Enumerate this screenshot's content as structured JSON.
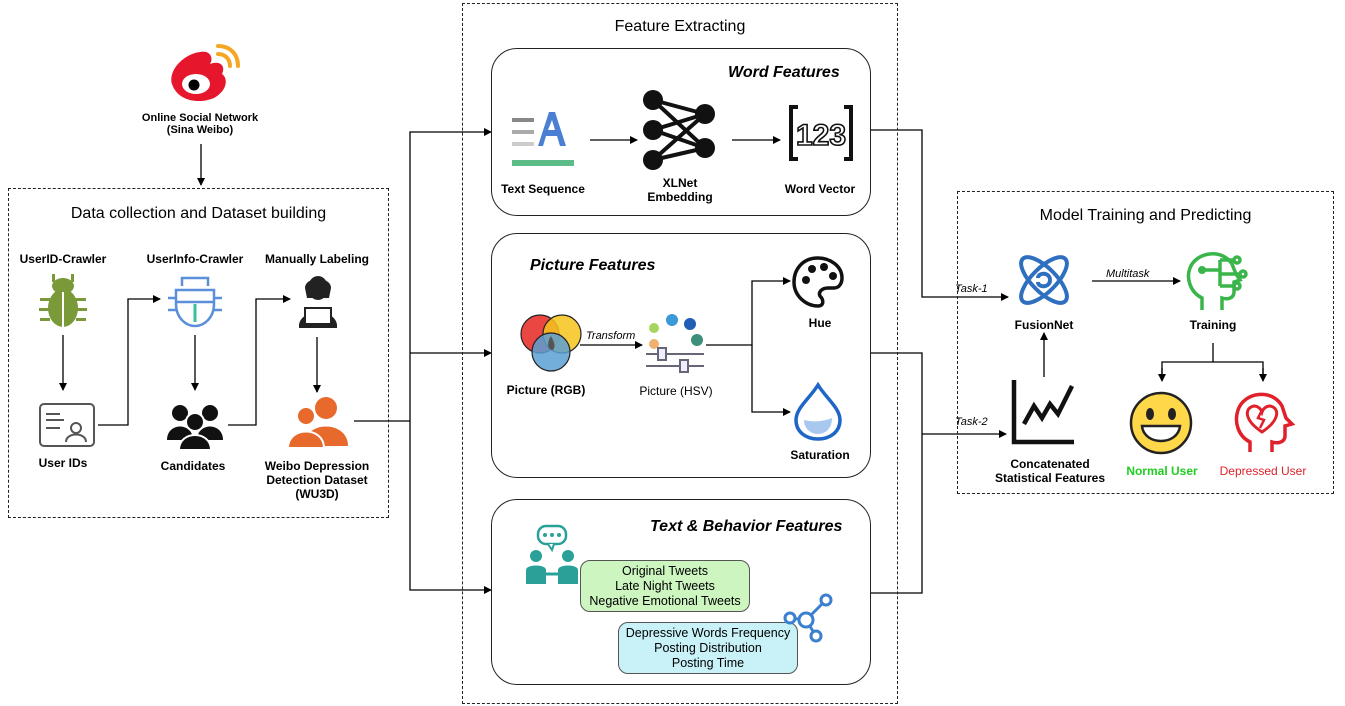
{
  "source": {
    "label": "Online Social Network",
    "sublabel": "(Sina Weibo)"
  },
  "collection": {
    "title": "Data collection and Dataset building",
    "steps": {
      "userid_crawler": "UserID-Crawler",
      "userinfo_crawler": "UserInfo-Crawler",
      "manual_labeling": "Manually Labeling",
      "user_ids": "User IDs",
      "candidates": "Candidates",
      "dataset_line1": "Weibo Depression",
      "dataset_line2": "Detection Dataset",
      "dataset_line3": "(WU3D)"
    }
  },
  "extracting": {
    "title": "Feature Extracting",
    "word": {
      "title": "Word Features",
      "text_sequence": "Text Sequence",
      "xlnet_line1": "XLNet",
      "xlnet_line2": "Embedding",
      "word_vector": "Word Vector"
    },
    "picture": {
      "title": "Picture Features",
      "rgb": "Picture (RGB)",
      "transform": "Transform",
      "hsv": "Picture (HSV)",
      "hue": "Hue",
      "saturation": "Saturation"
    },
    "behavior": {
      "title": "Text & Behavior Features",
      "group1": [
        "Original Tweets",
        "Late Night Tweets",
        "Negative Emotional Tweets"
      ],
      "group2": [
        "Depressive Words Frequency",
        "Posting Distribution",
        "Posting Time"
      ]
    }
  },
  "training": {
    "title": "Model Training and Predicting",
    "task1": "Task-1",
    "task2": "Task-2",
    "fusionnet": "FusionNet",
    "multitask": "Multitask",
    "training": "Training",
    "concat_line1": "Concatenated",
    "concat_line2": "Statistical Features",
    "normal_user": "Normal User",
    "depressed_user": "Depressed User"
  },
  "colors": {
    "weibo_red": "#e6162d",
    "weibo_orange": "#f5a623",
    "bug_green": "#7a9a3a",
    "crawler_blue": "#5b8fd9",
    "person_orange": "#e8692c",
    "fusion_blue": "#2e6fc0",
    "training_green": "#39b54a",
    "normal_green": "#22cc22",
    "depressed_red": "#e0202a",
    "group1_fill": "#ccf5c0",
    "group2_fill": "#c8f2f7",
    "network_blue": "#3a7fd0",
    "teal": "#2aa198"
  }
}
